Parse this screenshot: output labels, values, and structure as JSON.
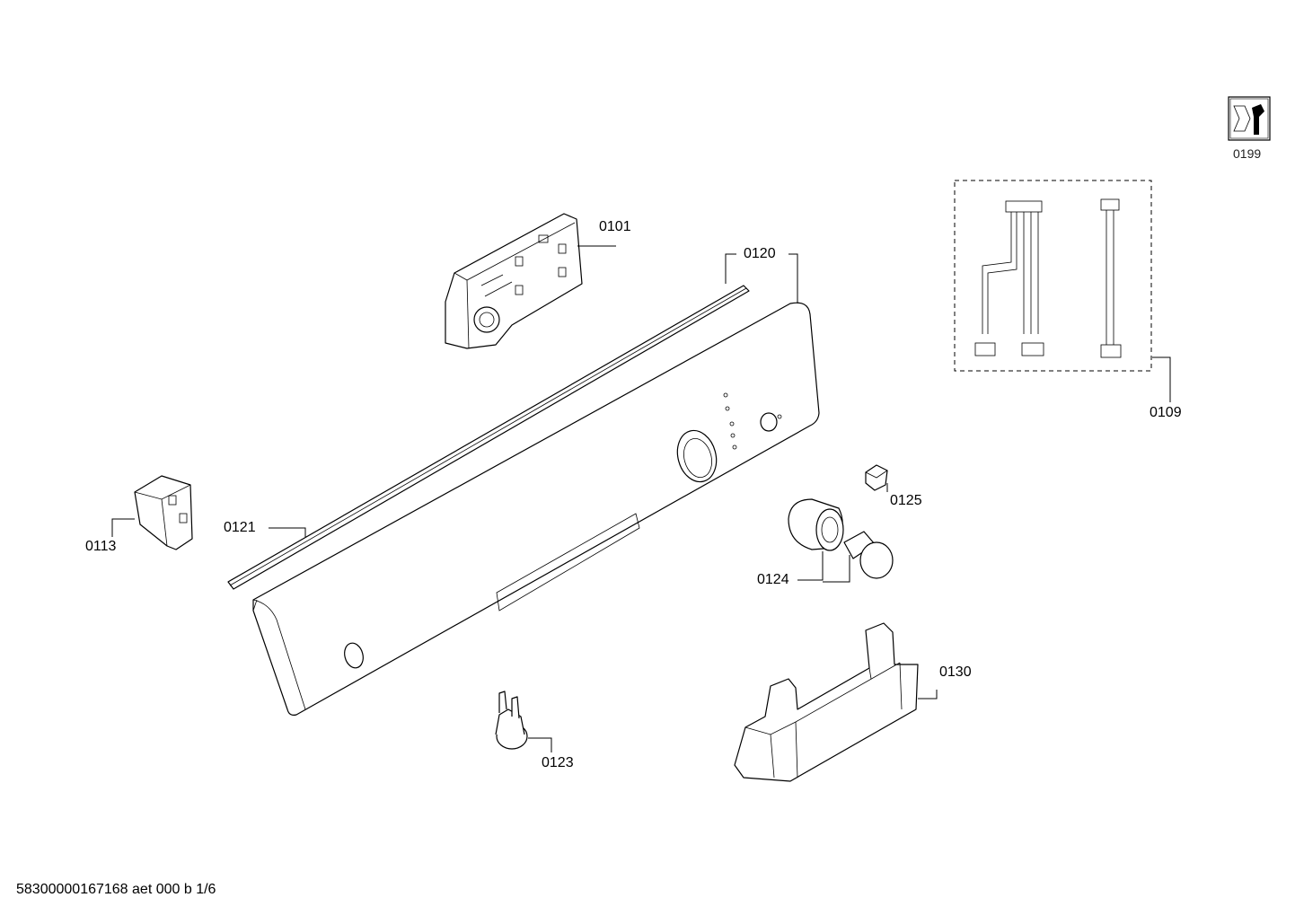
{
  "parts": [
    {
      "id": "p0101",
      "label": "0101"
    },
    {
      "id": "p0120",
      "label": "0120"
    },
    {
      "id": "p0109",
      "label": "0109"
    },
    {
      "id": "p0199",
      "label": "0199"
    },
    {
      "id": "p0113",
      "label": "0113"
    },
    {
      "id": "p0121",
      "label": "0121"
    },
    {
      "id": "p0125",
      "label": "0125"
    },
    {
      "id": "p0124",
      "label": "0124"
    },
    {
      "id": "p0130",
      "label": "0130"
    },
    {
      "id": "p0123",
      "label": "0123"
    }
  ],
  "footer": "58300000167168 aet 000 b 1/6"
}
